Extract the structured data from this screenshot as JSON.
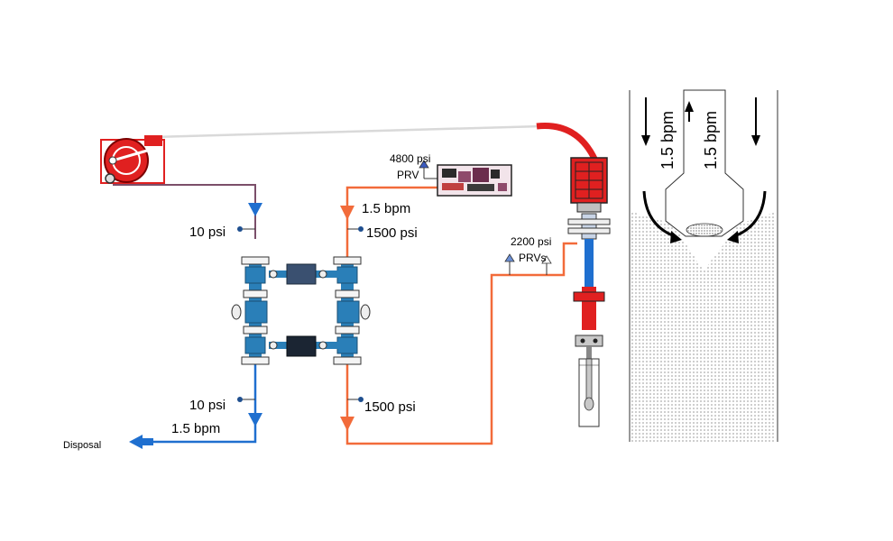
{
  "colors": {
    "coil_line": "#7b4f6a",
    "return_line": "#1f6fcf",
    "injection_line": "#f26b3a",
    "manifold_blue": "#2a7fb8",
    "manifold_dark": "#2c3e50",
    "reel_red": "#e02020",
    "cable_gray": "#d9d9d9"
  },
  "labels": {
    "prv_4800": "4800 psi",
    "prv_4800_sub": "PRV",
    "rate_top": "1.5 bpm",
    "p_top_left": "10 psi",
    "p_top_right": "1500 psi",
    "prv_2200": "2200 psi",
    "prv_2200_sub": "PRVs",
    "p_bottom_left": "10 psi",
    "rate_bottom": "1.5 bpm",
    "p_bottom_right": "1500 psi",
    "disposal": "Disposal",
    "well_rate_left": "1.5 bpm",
    "well_rate_right": "1.5 bpm"
  },
  "icons": [
    "hose-reel-icon",
    "pressure-gauge-icon",
    "relief-valve-icon",
    "flow-arrow-icon",
    "pump-unit-icon",
    "injector-head-icon",
    "bha-tool-icon"
  ]
}
